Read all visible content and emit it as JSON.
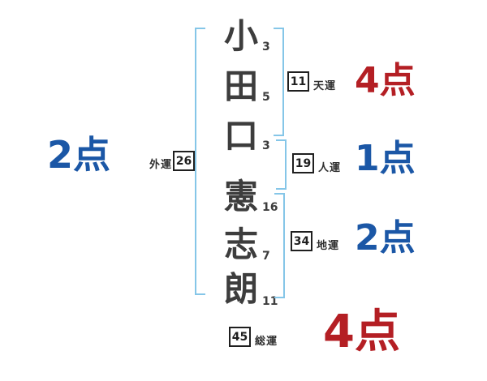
{
  "name": {
    "chars": [
      {
        "char": "小",
        "strokes": "3"
      },
      {
        "char": "田",
        "strokes": "5"
      },
      {
        "char": "口",
        "strokes": "3"
      },
      {
        "char": "憲",
        "strokes": "16"
      },
      {
        "char": "志",
        "strokes": "7"
      },
      {
        "char": "朗",
        "strokes": "11"
      }
    ]
  },
  "fortunes": {
    "ten": {
      "label": "天運",
      "value": "11",
      "score": "4点"
    },
    "jin": {
      "label": "人運",
      "value": "19",
      "score": "1点"
    },
    "chi": {
      "label": "地運",
      "value": "34",
      "score": "2点"
    },
    "gai": {
      "label": "外運",
      "value": "26",
      "score": "2点"
    },
    "sou": {
      "label": "総運",
      "value": "45",
      "score": "4点"
    }
  },
  "colors": {
    "bracket": "#85c6e8",
    "ink": "#3d3d3d",
    "red": "#b41f24",
    "blue": "#1b57a6"
  }
}
